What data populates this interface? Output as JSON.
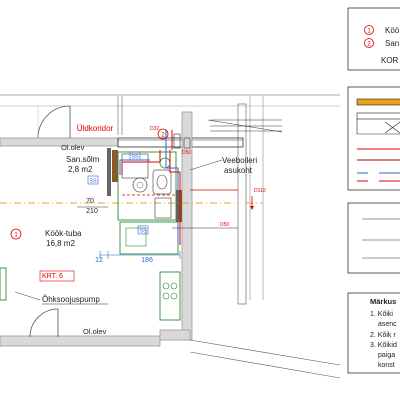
{
  "drawing": {
    "corridor_label": "Üldkoridor",
    "ol_olev_top": "Ol.olev",
    "ol_olev_bottom": "Ol.olev",
    "bathroom_name": "San.sõlm",
    "bathroom_area": "2,8 m2",
    "boiler_label_1": "Veeboileri",
    "boiler_label_2": "asukoht",
    "room_name": "Köök-tuba",
    "room_area": "16,8 m2",
    "apartment_label": "KRT. 6",
    "heatpump_label": "Õhksoojuspump",
    "dim_70": "70",
    "dim_210": "210",
    "dim_12": "12",
    "dim_186": "186",
    "marker_room": "1",
    "marker_bath": "2",
    "ss_badge_1": "SS",
    "ss_badge_2": "SS",
    "ss_badge_3": "SS",
    "pipe_label_a": "D110",
    "pipe_label_b": "D50",
    "pipe_label_c": "D50",
    "pipe_label_d": "D32"
  },
  "legend": {
    "item1_text": "Köö",
    "item2_text": "San",
    "item1_marker": "1",
    "item2_marker": "2",
    "kor_text": "KOR"
  },
  "notes": {
    "title": "Märkus",
    "line1": "1. Kõiki",
    "line1b": "asenc",
    "line2": "2. Kõik r",
    "line3": "3. Kõikid",
    "line3b": "paiga",
    "line3c": "konst"
  },
  "colors": {
    "red": "#e00000",
    "blue": "#2e64d8",
    "orange": "#f0a020",
    "green": "#2e8b2e"
  }
}
